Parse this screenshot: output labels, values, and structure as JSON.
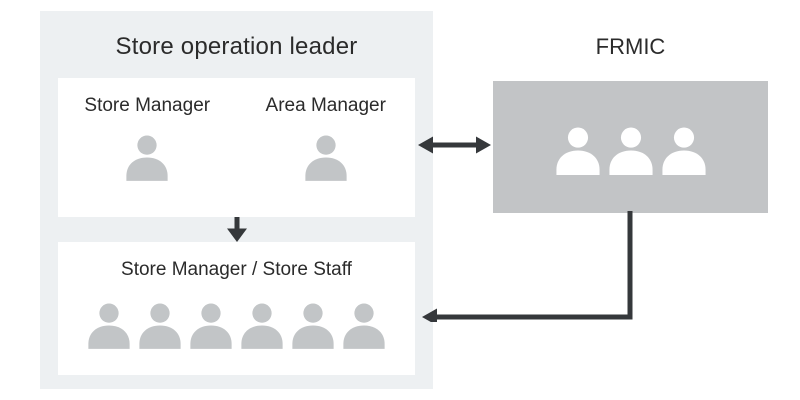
{
  "left_panel": {
    "title": "Store operation leader",
    "managers_box": {
      "columns": [
        {
          "label": "Store Manager",
          "persons": 1
        },
        {
          "label": "Area Manager",
          "persons": 1
        }
      ]
    },
    "staff_box": {
      "label": "Store Manager / Store Staff",
      "persons": 6
    }
  },
  "frmic": {
    "title": "FRMIC",
    "persons": 3
  },
  "connectors": [
    {
      "id": "managers-frmic",
      "type": "double-headed-horizontal-arrow"
    },
    {
      "id": "managers-staff",
      "type": "down-arrow"
    },
    {
      "id": "frmic-staff",
      "type": "elbow-arrow-pointing-left"
    }
  ],
  "icons": {
    "person": "person-silhouette-icon"
  },
  "colors": {
    "page_bg": "#ffffff",
    "panel_bg": "#edf0f2",
    "card_bg": "#ffffff",
    "frmic_bg": "#c2c4c6",
    "person_gray": "#c2c5c7",
    "person_white": "#ffffff",
    "arrow": "#35383b",
    "text": "#2b2b2b"
  }
}
